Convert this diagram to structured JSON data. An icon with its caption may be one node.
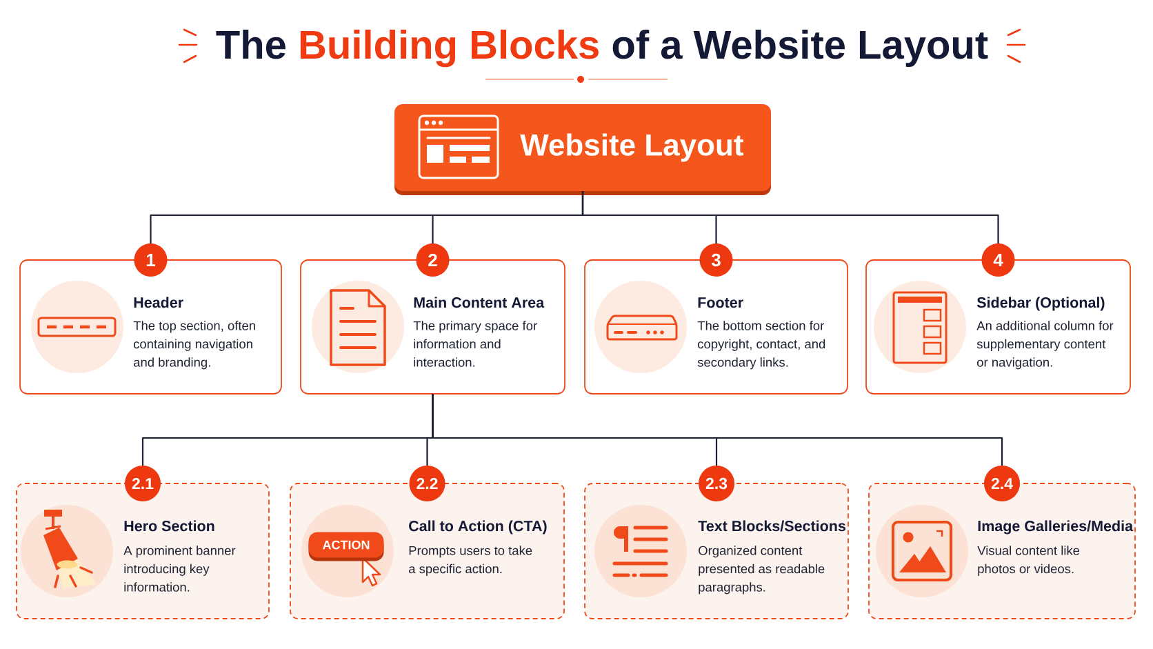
{
  "diagram": {
    "title": "The **Building Blocks** of a Website Layout",
    "nodes": [
      {
        "text": [
          "Website Layout"
        ]
      },
      {
        "text": [
          "1",
          "Header",
          "The top section, often containing navigation and branding."
        ]
      },
      {
        "text": [
          "2",
          "Main Content Area",
          "The primary space for information and interaction."
        ]
      },
      {
        "text": [
          "3",
          "Footer",
          "The bottom section for copyright, contact, and secondary links."
        ]
      },
      {
        "text": [
          "4",
          "Sidebar (Optional)",
          "An additional column for supplementary content or navigation."
        ]
      },
      {
        "text": [
          "2.1",
          "Hero Section",
          "A prominent banner introducing key information."
        ]
      },
      {
        "text": [
          "2.2",
          "Call to Action (CTA)",
          "Prompts users to take a specific action."
        ]
      },
      {
        "text": [
          "ACTION"
        ],
        "in": 6
      },
      {
        "text": [
          "2.3",
          "Text Blocks/Sections",
          "Organized content presented as readable paragraphs."
        ]
      },
      {
        "text": [
          "2.4",
          "Image Galleries/Media",
          "Visual content like photos or videos."
        ]
      }
    ],
    "edges": [
      {
        "from": 0,
        "to": 1,
        "arrow": "none"
      },
      {
        "from": 0,
        "to": 2,
        "arrow": "none"
      },
      {
        "from": 0,
        "to": 3,
        "arrow": "none"
      },
      {
        "from": 0,
        "to": 4,
        "arrow": "none"
      },
      {
        "from": 2,
        "to": 5,
        "arrow": "none"
      },
      {
        "from": 2,
        "to": 6,
        "arrow": "none"
      },
      {
        "from": 2,
        "to": 8,
        "arrow": "none"
      },
      {
        "from": 2,
        "to": 9,
        "arrow": "none"
      }
    ]
  }
}
